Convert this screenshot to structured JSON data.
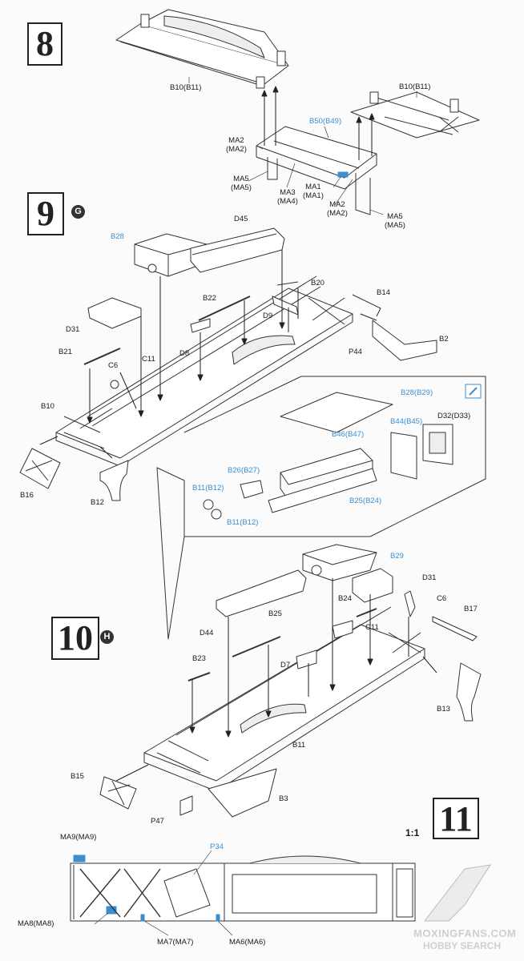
{
  "steps": {
    "s8": "8",
    "s9": "9",
    "s10": "10",
    "s11": "11"
  },
  "option_marks": {
    "g": "G",
    "h": "H"
  },
  "scale": "1:1",
  "watermark": {
    "site": "MOXINGFANS.COM",
    "search": "HOBBY SEARCH"
  },
  "colors": {
    "parts_blue": "#3b8fd0",
    "line": "#333333",
    "step_box_border": "#222222"
  },
  "icons": {
    "detail_tool": "tweezers-icon"
  },
  "step8_labels": {
    "b10_left": "B10(B11)",
    "b10_right": "B10(B11)",
    "b50": "B50(B49)",
    "ma2_left": "MA2\n(MA2)",
    "ma5_left": "MA5\n(MA5)",
    "ma3": "MA3\n(MA4)",
    "ma1": "MA1\n(MA1)",
    "ma2_right": "MA2\n(MA2)",
    "ma5_right": "MA5\n(MA5)"
  },
  "step9_labels": {
    "b28": "B28",
    "d45": "D45",
    "b20": "B20",
    "b22": "B22",
    "d9": "D9",
    "b14": "B14",
    "d31": "D31",
    "b2": "B2",
    "d8": "D8",
    "p44": "P44",
    "b21": "B21",
    "c11": "C11",
    "c6": "C6",
    "b10": "B10",
    "b16": "B16",
    "b12": "B12"
  },
  "detail_labels": {
    "b28_b29": "B28(B29)",
    "b44_b45": "B44(B45)",
    "d32_d33": "D32(D33)",
    "b46_b47": "B46(B47)",
    "b26_b27": "B26(B27)",
    "b11_b12_top": "B11(B12)",
    "b25_b24": "B25(B24)",
    "b11_b12_bottom": "B11(B12)"
  },
  "step10_labels": {
    "b29": "B29",
    "d31": "D31",
    "c6": "C6",
    "b24": "B24",
    "d44": "D44",
    "b25": "B25",
    "b17": "B17",
    "c11": "C11",
    "b23": "B23",
    "d7": "D7",
    "b13": "B13",
    "b11": "B11",
    "b15": "B15",
    "b3": "B3",
    "p47": "P47"
  },
  "step11_labels": {
    "ma9": "MA9(MA9)",
    "p34": "P34",
    "ma8": "MA8(MA8)",
    "ma7": "MA7(MA7)",
    "ma6": "MA6(MA6)"
  }
}
